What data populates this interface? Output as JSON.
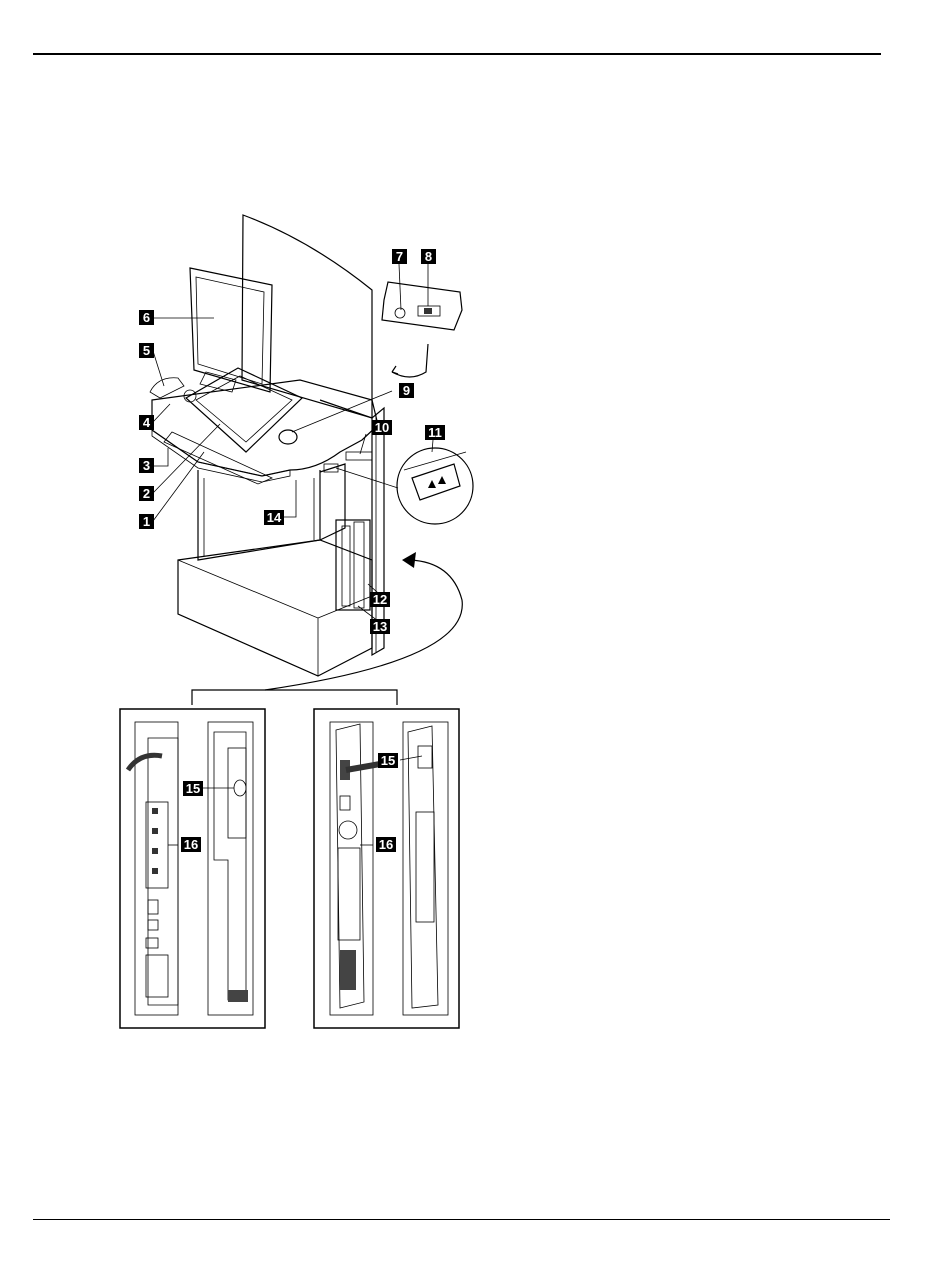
{
  "figure": {
    "callouts": [
      "1",
      "2",
      "3",
      "4",
      "5",
      "6",
      "7",
      "8",
      "9",
      "10",
      "11",
      "12",
      "13",
      "14",
      "15",
      "16",
      "15",
      "16"
    ]
  }
}
